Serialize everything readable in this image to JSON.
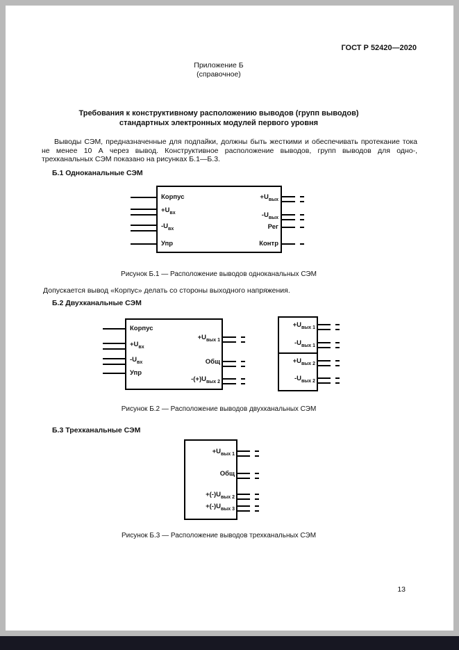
{
  "doc": {
    "header": "ГОСТ Р 52420—2020",
    "appendix": "Приложение Б",
    "appendix_type": "(справочное)",
    "title_line1": "Требования к конструктивному расположению выводов (групп выводов)",
    "title_line2": "стандартных электронных модулей первого уровня",
    "paragraph": "Выводы СЭМ, предназначенные для подпайки, должны быть жесткими и обеспечивать протекание тока не менее 10 А через вывод. Конструктивное расположение выводов, групп выводов для одно-, трехканальных СЭМ показано на рисунках Б.1—Б.3.",
    "page_number": "13"
  },
  "b1": {
    "heading": "Б.1 Одноканальные СЭМ",
    "caption": "Рисунок Б.1 — Расположение выводов одноканальных СЭМ",
    "note": "Допускается вывод «Корпус» делать со стороны выходного напряжения.",
    "pins_left": [
      {
        "t": "Корпус",
        "s": ""
      },
      {
        "t": "+U",
        "s": "вх"
      },
      {
        "t": "-U",
        "s": "вх"
      },
      {
        "t": "Упр",
        "s": ""
      }
    ],
    "pins_right": [
      {
        "t": "+U",
        "s": "вых"
      },
      {
        "t": "-U",
        "s": "вых"
      },
      {
        "t": "Рег",
        "s": ""
      },
      {
        "t": "Контр",
        "s": ""
      }
    ]
  },
  "b2": {
    "heading": "Б.2 Двухканальные СЭМ",
    "caption": "Рисунок Б.2 — Расположение выводов двухканальных СЭМ",
    "box1_left": [
      {
        "t": "Корпус",
        "s": ""
      },
      {
        "t": "+U",
        "s": "вх"
      },
      {
        "t": "-U",
        "s": "вх"
      },
      {
        "t": "Упр",
        "s": ""
      }
    ],
    "box1_right": [
      {
        "t": "+U",
        "s": "вых 1"
      },
      {
        "t": "Общ",
        "s": ""
      },
      {
        "t": "-(+)U",
        "s": "вых 2"
      }
    ],
    "box2_labels": [
      {
        "t": "+U",
        "s": "вых 1"
      },
      {
        "t": "-U",
        "s": "вых 1"
      },
      {
        "t": "+U",
        "s": "вых 2"
      },
      {
        "t": "-U",
        "s": "вых 2"
      }
    ]
  },
  "b3": {
    "heading": "Б.3 Трехканальные СЭМ",
    "caption": "Рисунок Б.3 — Расположение выводов трехканальных СЭМ",
    "labels": [
      {
        "t": "+U",
        "s": "вых 1"
      },
      {
        "t": "Общ",
        "s": ""
      },
      {
        "t": "+(-)U",
        "s": "вых 2"
      },
      {
        "t": "+(-)U",
        "s": "вых 3"
      }
    ]
  }
}
